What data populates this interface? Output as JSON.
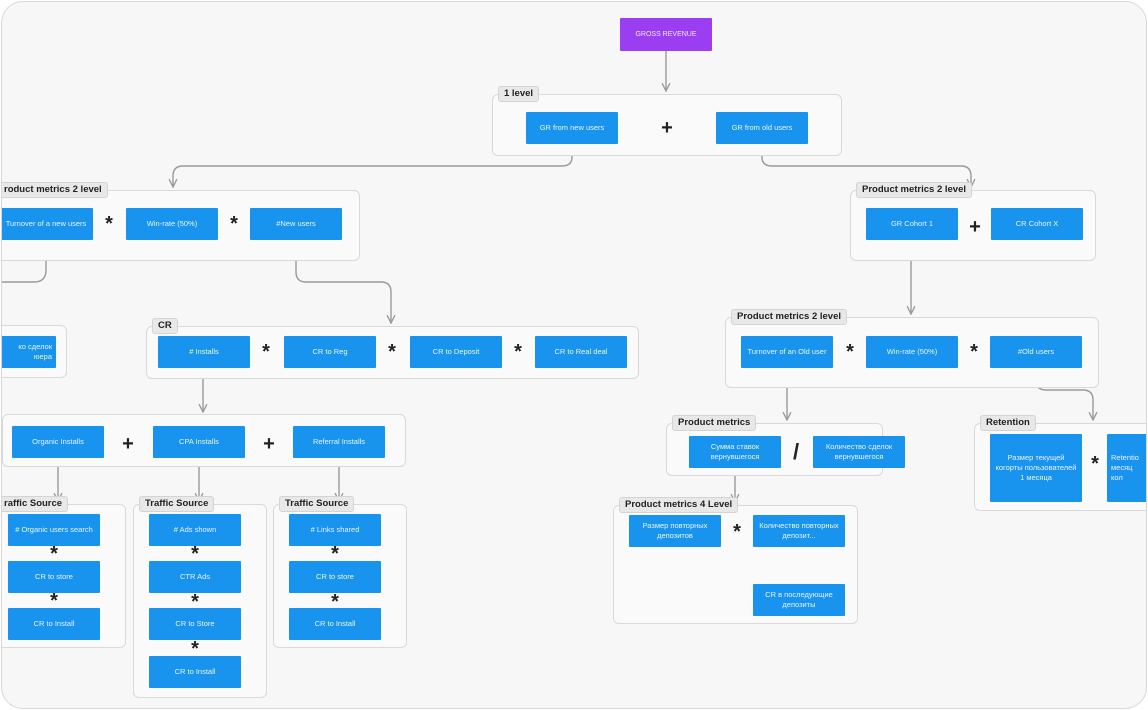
{
  "nodes": {
    "gross_revenue": "GROSS REVENUE",
    "gr_new": "GR from new users",
    "gr_old": "GR from old users",
    "turnover_new": "Turnover of a new users",
    "winrate_new": "Win-rate (50%)",
    "new_users": "#New users",
    "deals_partial": "ко сделок\nюера",
    "installs": "# Installs",
    "cr_reg": "CR to Reg",
    "cr_deposit": "CR to Deposit",
    "cr_real": "CR to Real deal",
    "organic": "Organic Installs",
    "cpa": "CPA Installs",
    "referral": "Referral Installs",
    "organic_search": "# Organic users search",
    "org_cr_store": "CR to store",
    "org_cr_install": "CR to Install",
    "ads_shown": "# Ads shown",
    "ctr_ads": "CTR Ads",
    "cpa_cr_store": "CR to Store",
    "cpa_cr_install": "CR to Install",
    "links_shared": "# Links shared",
    "ref_cr_store": "CR to store",
    "ref_cr_install": "CR to Install",
    "gr_cohort1": "GR Cohort 1",
    "gr_cohortx": "CR Cohort X",
    "turnover_old": "Turnover of an Old user",
    "winrate_old": "Win-rate (50%)",
    "old_users": "#Old users",
    "sum_bets": "Сумма ставок вернувшегося",
    "num_deals": "Количество сделок вернувшегося",
    "repeat_size": "Размер повторных депозитов",
    "repeat_count": "Количество повторных депозит...",
    "cr_next": "CR в последующие депозиты",
    "cohort_size": "Размер текущей когорты пользователей 1 месяца",
    "retention_partial": "Retentio\nмесяц\nкол"
  },
  "groups": {
    "level1": "1 level",
    "pm2_left": "roduct metrics 2 level",
    "pm2_right": "Product metrics 2 level",
    "pm2_old": "Product metrics 2 level",
    "cr": "CR",
    "ts_org": "raffic Source",
    "ts_cpa": "Traffic Source",
    "ts_ref": "Traffic Source",
    "pm": "Product metrics",
    "pm4": "Product metrics 4 Level",
    "retention": "Retention"
  },
  "operators": {
    "plus": "+",
    "times": "*",
    "divide": "/"
  },
  "colors": {
    "node": "#1894ee",
    "top_node": "#9b3ef2",
    "group_border": "#d9d9d9",
    "connector": "#9a9a9a",
    "canvas": "#f7f7f7"
  }
}
